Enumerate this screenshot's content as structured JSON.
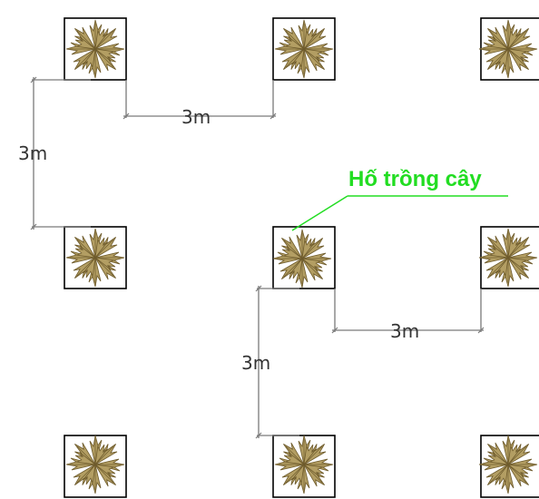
{
  "diagram": {
    "callout_label": "Hố trồng cây",
    "dimension_labels": {
      "top_horizontal": "3m",
      "left_vertical": "3m",
      "middle_horizontal": "3m",
      "middle_vertical": "3m"
    },
    "pits": {
      "rows": 3,
      "cols": 3
    }
  },
  "colors": {
    "pit_border": "#000000",
    "tree_fill": "#b39e63",
    "tree_stroke": "#6e5b2c",
    "dimension_line": "#7a7a7a",
    "callout": "#22dd22"
  }
}
